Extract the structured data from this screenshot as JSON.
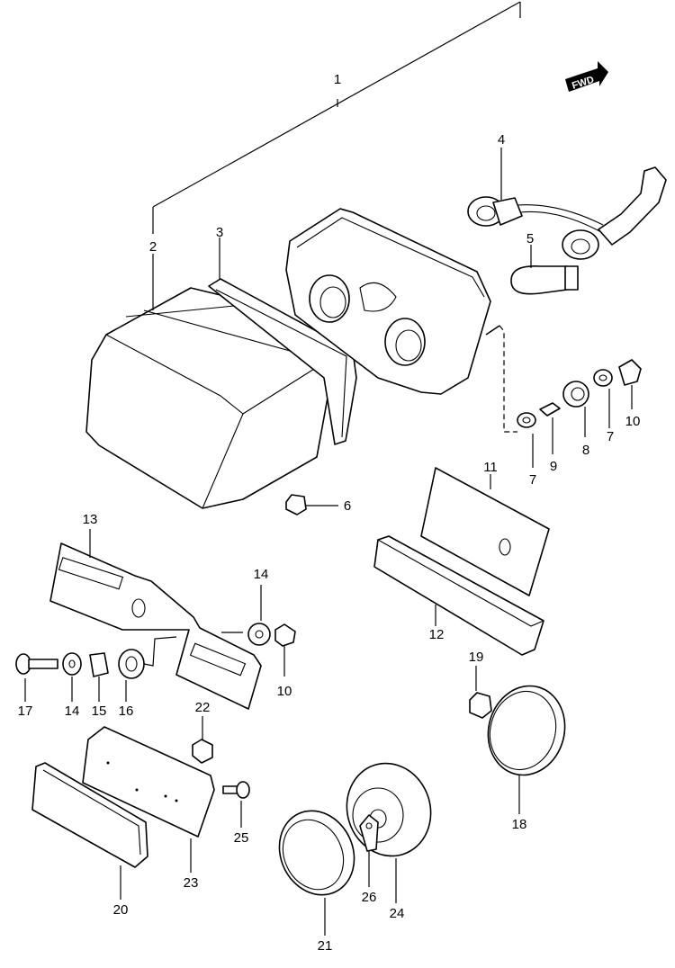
{
  "diagram": {
    "fwd_badge": "FWD",
    "callouts": {
      "c1": "1",
      "c2": "2",
      "c3": "3",
      "c4": "4",
      "c5": "5",
      "c6": "6",
      "c7a": "7",
      "c7b": "7",
      "c8": "8",
      "c9": "9",
      "c10a": "10",
      "c10b": "10",
      "c11": "11",
      "c12": "12",
      "c13": "13",
      "c14a": "14",
      "c14b": "14",
      "c15": "15",
      "c16": "16",
      "c17": "17",
      "c18": "18",
      "c19": "19",
      "c20": "20",
      "c21": "21",
      "c22": "22",
      "c23": "23",
      "c24": "24",
      "c25": "25",
      "c26": "26"
    }
  }
}
